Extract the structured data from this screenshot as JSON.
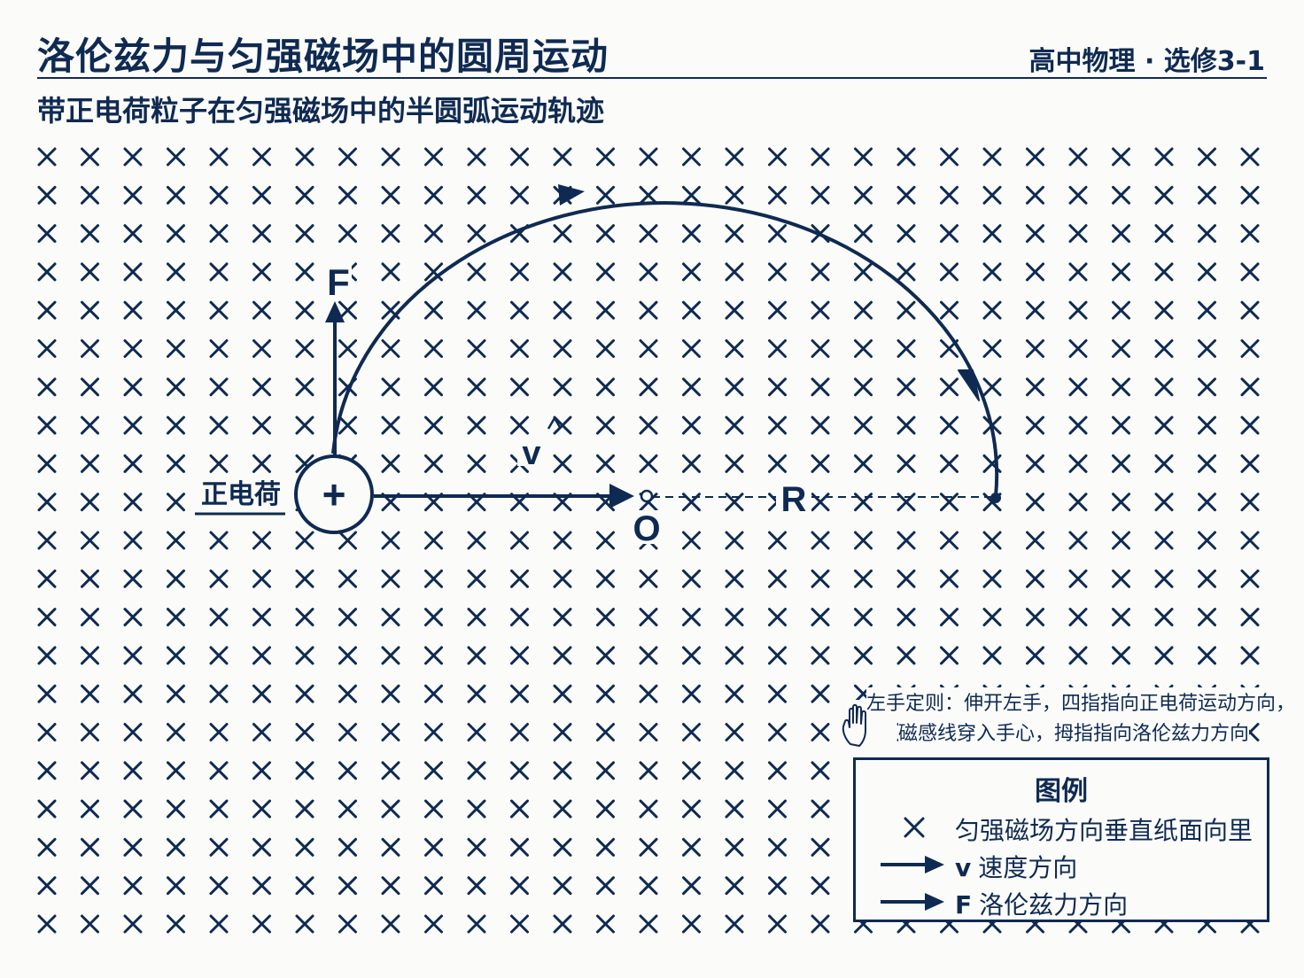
{
  "header": {
    "title": "洛伦兹力与匀强磁场中的圆周运动",
    "course": "高中物理 · 选修3-1",
    "subtitle": "带正电荷粒子在匀强磁场中的半圆弧运动轨迹"
  },
  "diagram": {
    "charge_label": "正电荷",
    "charge_symbol": "+",
    "force_label": "F",
    "velocity_label": "v",
    "center_label": "O",
    "radius_label": "R",
    "field_mark": "×"
  },
  "rule_note": {
    "line1": "左手定则：伸开左手，四指指向正电荷运动方向，",
    "line2": "磁感线穿入手心，拇指指向洛伦兹力方向"
  },
  "legend": {
    "title": "图例",
    "items": [
      {
        "symbol": "",
        "text": "匀强磁场方向垂直纸面向里"
      },
      {
        "symbol": "v",
        "text": "速度方向"
      },
      {
        "symbol": "F",
        "text": "洛伦兹力方向"
      }
    ]
  },
  "colors": {
    "ink": "#0f2a52",
    "background": "#fbfcf9"
  }
}
